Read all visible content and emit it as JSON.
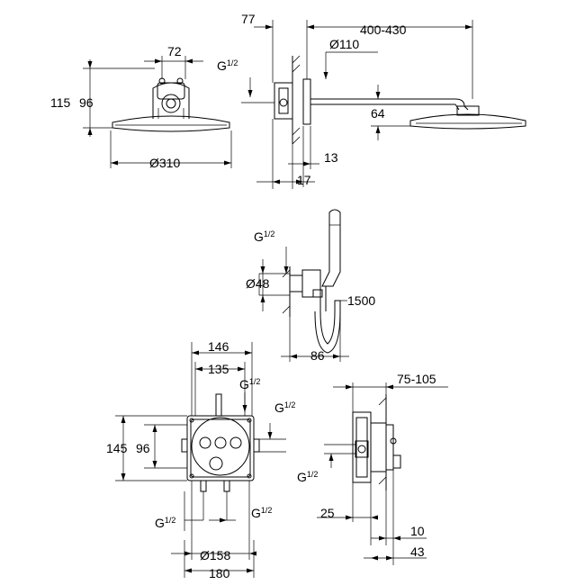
{
  "views": {
    "head_front": {
      "width": "72",
      "height_a": "115",
      "height_b": "96",
      "diameter": "Ø310"
    },
    "head_side": {
      "offset": "77",
      "arm": "400-430",
      "flange": "Ø110",
      "thread": "G",
      "thread_frac": "1/2",
      "drop": "64",
      "depth_a": "13",
      "depth_b": "17"
    },
    "hand_shower": {
      "thread": "G",
      "thread_frac": "1/2",
      "elbow": "Ø48",
      "hose": "1500",
      "projection": "86"
    },
    "valve_front": {
      "outer_width": "146",
      "inner_width": "135",
      "thread_top": "G",
      "thread_top_frac": "1/2",
      "thread_right": "G",
      "thread_right_frac": "1/2",
      "height_a": "145",
      "height_b": "96",
      "thread_bl": "G",
      "thread_bl_frac": "1/2",
      "thread_br": "G",
      "thread_br_frac": "1/2",
      "plate_dia": "Ø158",
      "box_width": "180"
    },
    "valve_side": {
      "install_depth": "75-105",
      "thread": "G",
      "thread_frac": "1/2",
      "depth_a": "25",
      "depth_b": "10",
      "depth_c": "43"
    }
  }
}
